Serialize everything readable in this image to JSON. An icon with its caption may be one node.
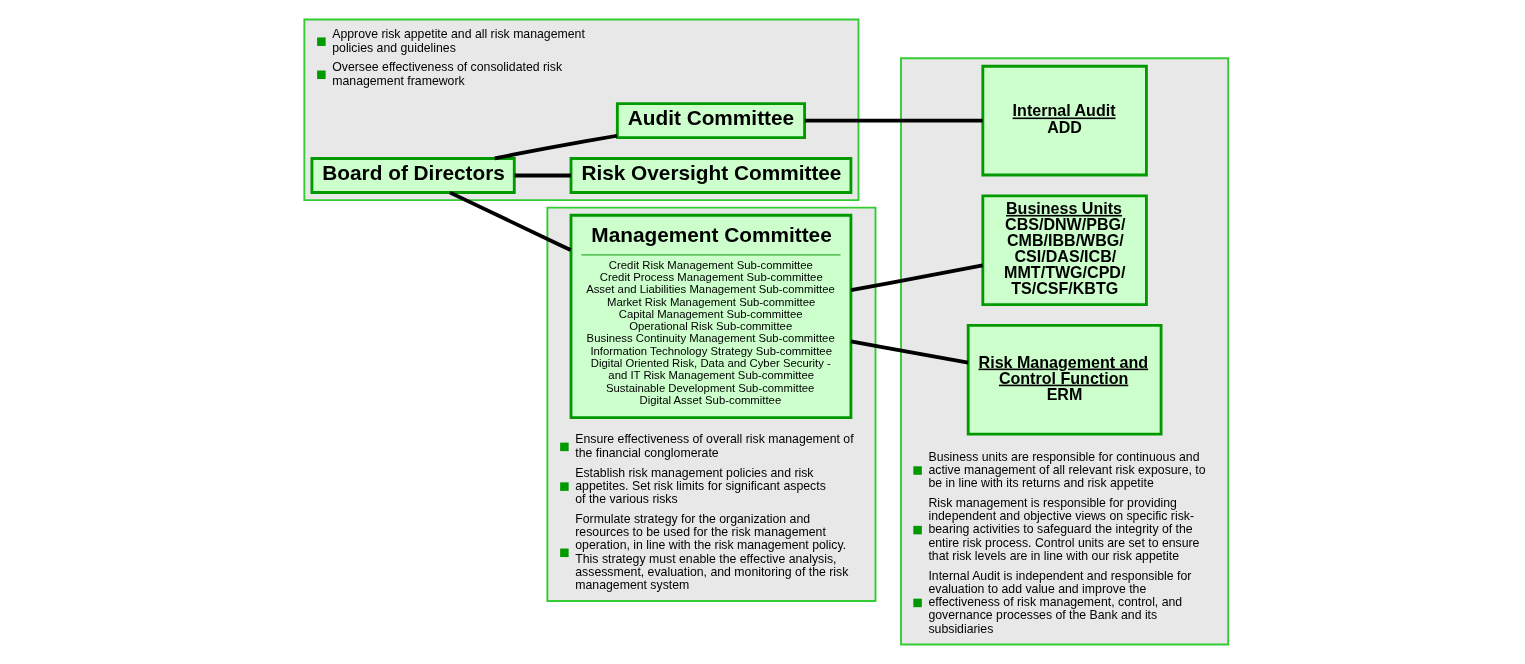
{
  "diagram": {
    "nodes": [
      {
        "text": [
          "Approve risk appetite and all risk management policies and guidelines",
          "Oversee effectiveness of consolidated risk management framework"
        ]
      },
      {
        "text": [
          "Board of Directors"
        ],
        "in": 0
      },
      {
        "text": [
          "Risk Oversight Committee"
        ],
        "in": 0
      },
      {
        "text": [
          "Audit Committee"
        ],
        "in": 0
      },
      {
        "text": [
          "Ensure effectiveness of overall risk management of the financial conglomerate",
          "Establish risk management policies and risk appetites. Set risk limits for significant aspects of the various risks",
          "Formulate strategy for the organization and resources to be used for the risk management operation, in line with the risk management policy. This strategy must enable the effective analysis, assessment, evaluation, and monitoring of the risk management system"
        ]
      },
      {
        "text": [
          "Management Committee",
          "Credit Risk Management Sub-committee",
          "Credit Process Management Sub-committee",
          "Asset and Liabilities Management Sub-committee",
          "Market Risk Management Sub-committee",
          "Capital Management Sub-committee",
          "Operational Risk Sub-committee",
          "Business Continuity Management Sub-committee",
          "Information Technology Strategy Sub-committee",
          "Digital Oriented Risk, Data and Cyber Security - and IT Risk Management Sub-committee",
          "Sustainable Development Sub-committee",
          "Digital Asset Sub-committee"
        ],
        "in": 4
      },
      {
        "text": [
          "Business units are responsible for continuous and active management of all relevant risk exposure, to be in line with its returns and risk appetite",
          "Risk management is responsible for providing independent and objective views on specific risk-bearing activities to safeguard the integrity of the entire risk process. Control units are set to ensure that risk levels are in line with our risk appetite",
          "Internal Audit is independent and responsible for evaluation to add value and improve the effectiveness of risk management, control, and governance processes of the Bank and its subsidiaries"
        ]
      },
      {
        "text": [
          "Business Units",
          "CBS/DNW/PBG/CMB/IBB/WBG/CSI/DAS/ICB/MMT/TWG/CPD/TS/CSF/KBTG"
        ],
        "in": 6
      },
      {
        "text": [
          "Risk Management and Control Function",
          "ERM"
        ],
        "in": 6
      },
      {
        "text": [
          "Internal Audit",
          "ADD"
        ],
        "in": 6
      }
    ],
    "edges": [
      {
        "from": 1,
        "to": 2,
        "arrow": "none"
      },
      {
        "from": 1,
        "to": 3,
        "arrow": "none"
      },
      {
        "from": 1,
        "to": 5,
        "arrow": "none"
      },
      {
        "from": 5,
        "to": 7,
        "arrow": "none"
      },
      {
        "from": 5,
        "to": 8,
        "arrow": "none"
      },
      {
        "from": 3,
        "to": 9,
        "arrow": "none"
      }
    ]
  }
}
